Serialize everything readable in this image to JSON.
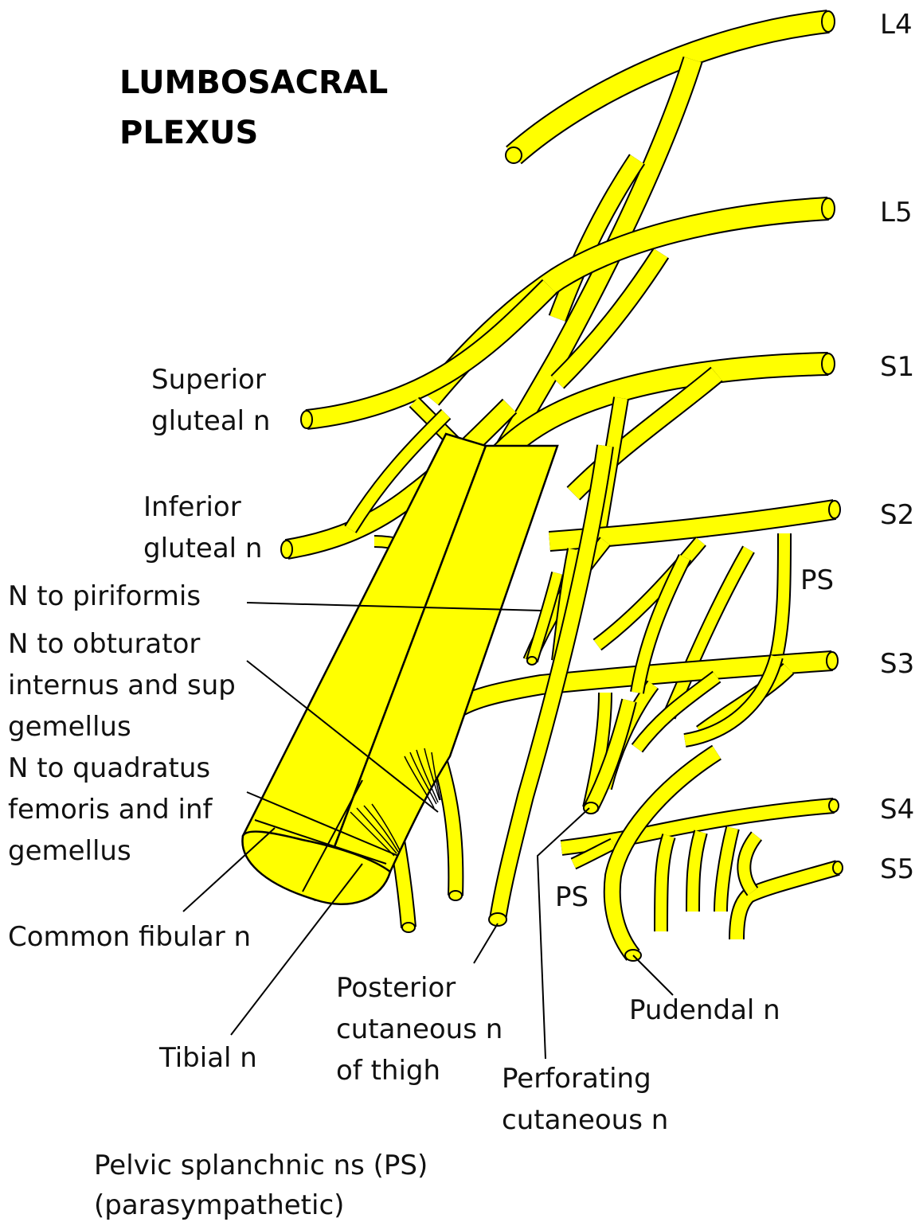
{
  "title": {
    "line1": "LUMBOSACRAL",
    "line2": "PLEXUS"
  },
  "roots": {
    "l4": "L4",
    "l5": "L5",
    "s1": "S1",
    "s2": "S2",
    "s3": "S3",
    "s4": "S4",
    "s5": "S5"
  },
  "labels": {
    "superior_gluteal": [
      "Superior",
      "gluteal n"
    ],
    "inferior_gluteal": [
      "Inferior",
      "gluteal n"
    ],
    "n_piriformis": "N to piriformis",
    "n_obturator": [
      "N to obturator",
      "internus and sup",
      "gemellus"
    ],
    "n_quadratus": [
      "N to quadratus",
      "femoris and inf",
      "gemellus"
    ],
    "common_fibular": "Common fibular n",
    "tibial": "Tibial n",
    "posterior_cutaneous": [
      "Posterior",
      "cutaneous n",
      "of thigh"
    ],
    "perforating_cutaneous": [
      "Perforating",
      "cutaneous n"
    ],
    "pudendal": "Pudendal n",
    "ps_upper": "PS",
    "ps_lower": "PS"
  },
  "legend": {
    "line1": "Pelvic splanchnic ns (PS)",
    "line2": "(parasympathetic)"
  },
  "colors": {
    "nerve_fill": "#FFFF00",
    "outline": "#000000",
    "text": "#111111"
  }
}
